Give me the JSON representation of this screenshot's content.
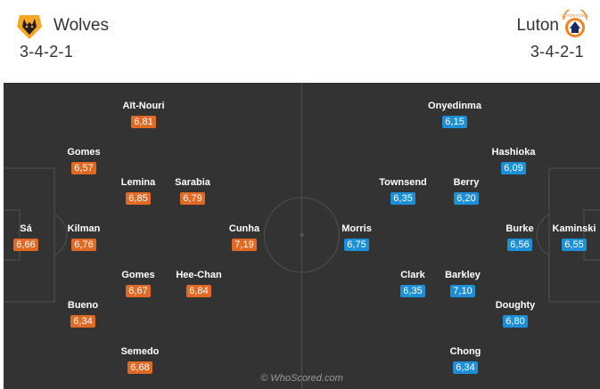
{
  "home": {
    "name": "Wolves",
    "formation": "3-4-2-1",
    "color": "#e06a23",
    "crest_icon": "wolves-crest-icon",
    "players": [
      {
        "name": "Aït-Nouri",
        "rating": "6,81"
      },
      {
        "name": "Gomes",
        "rating": "6,57"
      },
      {
        "name": "Lemina",
        "rating": "6,85"
      },
      {
        "name": "Sarabia",
        "rating": "6,79"
      },
      {
        "name": "Sá",
        "rating": "6,66"
      },
      {
        "name": "Kilman",
        "rating": "6,76"
      },
      {
        "name": "Cunha",
        "rating": "7,19"
      },
      {
        "name": "Gomes",
        "rating": "6,67"
      },
      {
        "name": "Hee-Chan",
        "rating": "6,84"
      },
      {
        "name": "Bueno",
        "rating": "6,34"
      },
      {
        "name": "Semedo",
        "rating": "6,68"
      }
    ]
  },
  "away": {
    "name": "Luton",
    "formation": "3-4-2-1",
    "color": "#1c8fd6",
    "crest_icon": "luton-crest-icon",
    "players": [
      {
        "name": "Onyedinma",
        "rating": "6,15"
      },
      {
        "name": "Hashioka",
        "rating": "6,09"
      },
      {
        "name": "Townsend",
        "rating": "6,35"
      },
      {
        "name": "Berry",
        "rating": "6,20"
      },
      {
        "name": "Morris",
        "rating": "6,75"
      },
      {
        "name": "Burke",
        "rating": "6,56"
      },
      {
        "name": "Kaminski",
        "rating": "6,55"
      },
      {
        "name": "Clark",
        "rating": "6,35"
      },
      {
        "name": "Barkley",
        "rating": "7,10"
      },
      {
        "name": "Doughty",
        "rating": "6,80"
      },
      {
        "name": "Chong",
        "rating": "6,34"
      }
    ]
  },
  "watermark": "© WhoScored.com",
  "pitch_color": "#333333"
}
